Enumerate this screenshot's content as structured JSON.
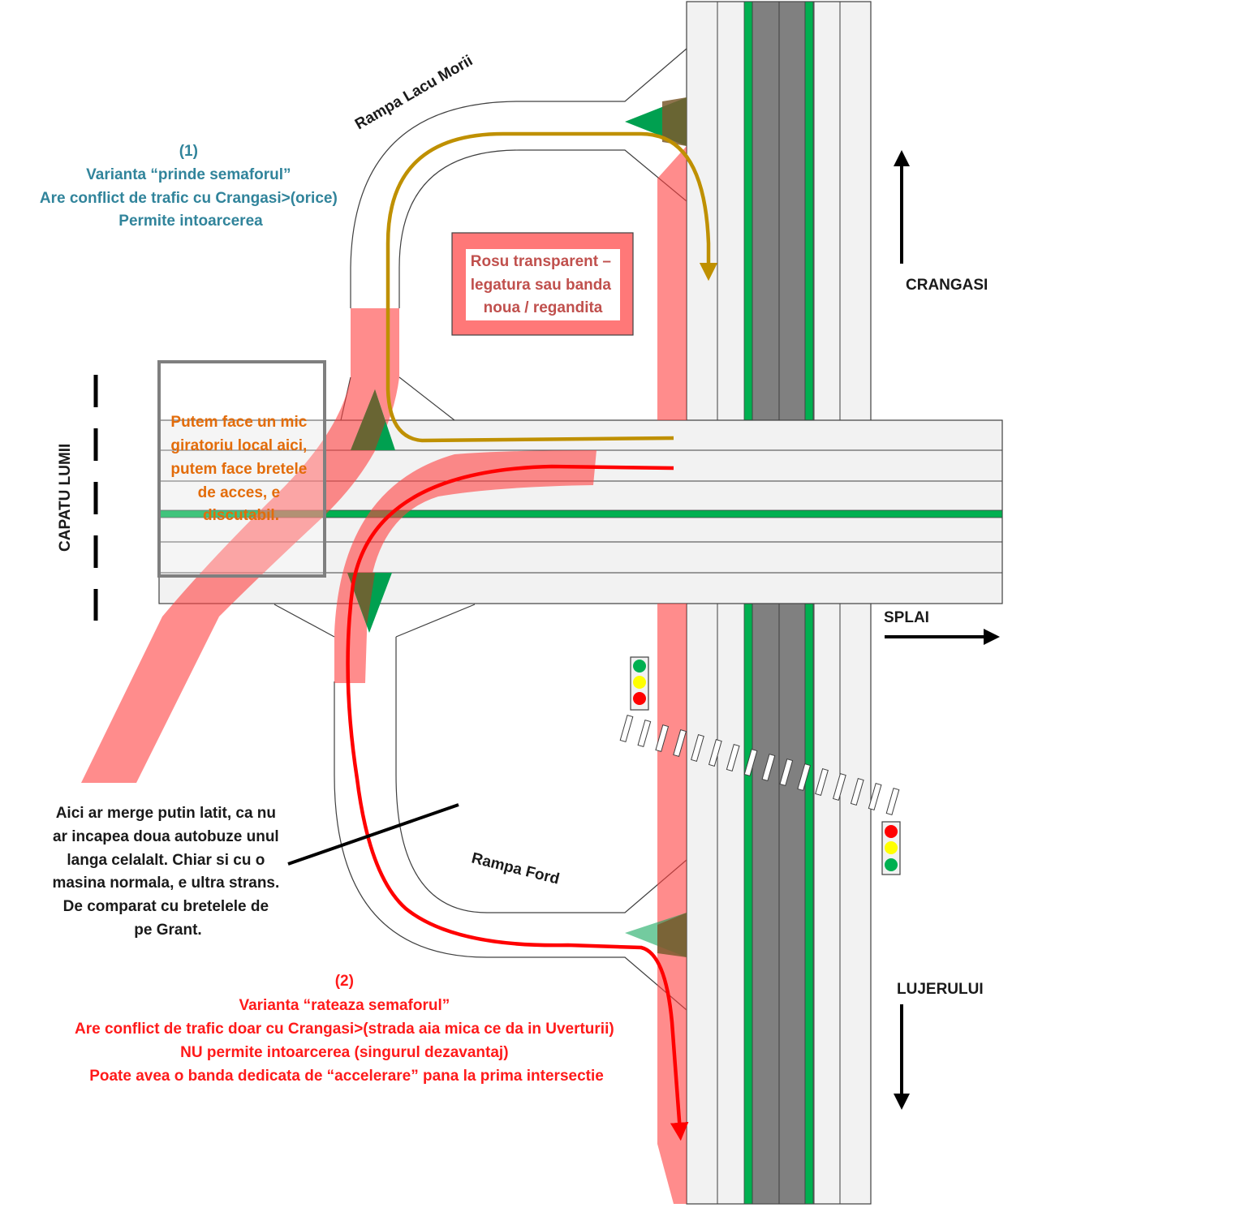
{
  "labels": {
    "rampa_lacu_morii": "Rampa Lacu Morii",
    "rampa_ford": "Rampa Ford",
    "crangasi": "CRANGASI",
    "splai": "SPLAI",
    "lujerului": "LUJERULUI",
    "capatu_lumii": "CAPATU LUMII"
  },
  "note_variant1": {
    "lines": [
      "(1)",
      "Varianta “prinde semaforul”",
      "Are conflict de trafic cu Crangasi>(orice)",
      "Permite intoarcerea"
    ]
  },
  "note_variant2": {
    "lines": [
      "(2)",
      "Varianta “rateaza semaforul”",
      "Are conflict de trafic doar cu Crangasi>(strada aia mica ce da in Uverturii)",
      "NU permite intoarcerea (singurul dezavantaj)",
      "Poate avea o banda dedicata de “accelerare” pana la prima intersectie"
    ]
  },
  "note_legend": {
    "lines": [
      "Rosu transparent –",
      "legatura sau banda",
      "noua / regandita"
    ]
  },
  "note_roundabout": {
    "lines": [
      "Putem face un mic",
      "giratoriu local aici,",
      "putem face bretele",
      "de acces, e",
      "discutabil."
    ]
  },
  "note_width": {
    "lines": [
      "Aici ar merge putin latit, ca nu",
      "ar incapea doua autobuze unul",
      "langa celalalt. Chiar si cu o",
      "masina normala, e ultra strans.",
      "De comparat cu bretelele de",
      "pe Grant."
    ]
  },
  "colors": {
    "road": "#f2f2f2",
    "road_edge": "#404040",
    "tram": "#808080",
    "green_line": "#00b050",
    "new_link": "#ff3f3f",
    "route1": "#bf9000",
    "route2": "#ff0000",
    "gray_box": "#7f7f7f"
  }
}
